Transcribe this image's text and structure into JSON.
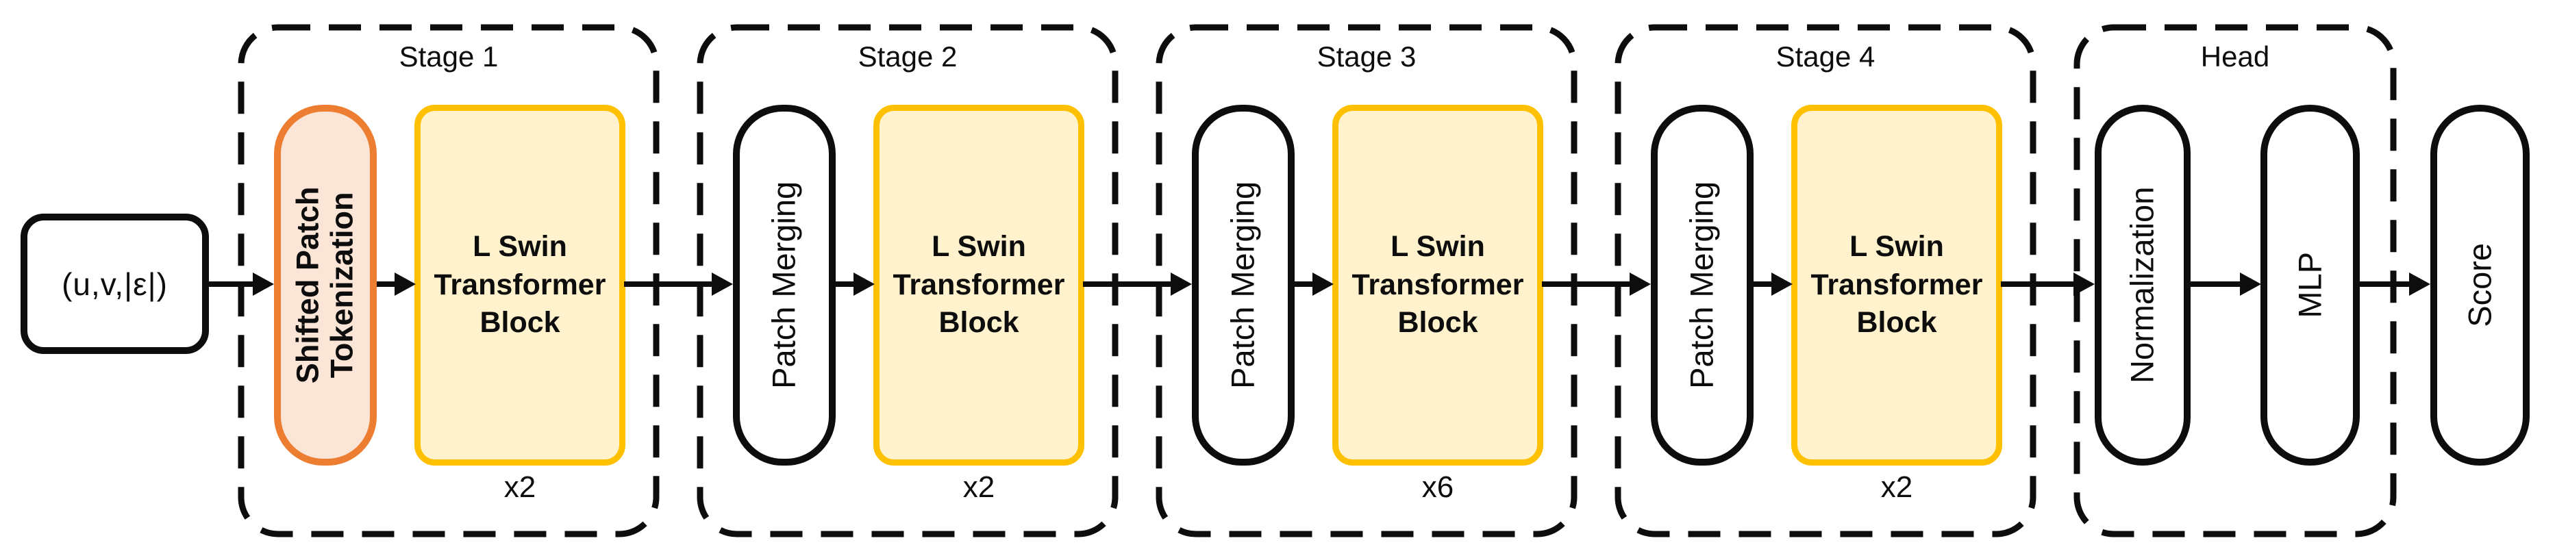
{
  "diagram": {
    "input_label": "(u,v,|ε|)",
    "stages": [
      {
        "title": "Stage 1",
        "pre_block": "Shifted Patch Tokenization",
        "main_block": "L Swin Transformer Block",
        "multiplier": "x2"
      },
      {
        "title": "Stage 2",
        "pre_block": "Patch Merging",
        "main_block": "L Swin Transformer Block",
        "multiplier": "x2"
      },
      {
        "title": "Stage 3",
        "pre_block": "Patch Merging",
        "main_block": "L Swin Transformer Block",
        "multiplier": "x6"
      },
      {
        "title": "Stage 4",
        "pre_block": "Patch Merging",
        "main_block": "L Swin Transformer Block",
        "multiplier": "x2"
      }
    ],
    "head": {
      "title": "Head",
      "blocks": [
        "Normalization",
        "MLP"
      ]
    },
    "output_label": "Score",
    "colors": {
      "tokenization_border": "#ED7D31",
      "tokenization_fill": "#FBE5D6",
      "swin_border": "#FFC000",
      "swin_fill": "#FFF2CC",
      "line": "#0D0D0D",
      "background": "#FFFFFF"
    }
  }
}
